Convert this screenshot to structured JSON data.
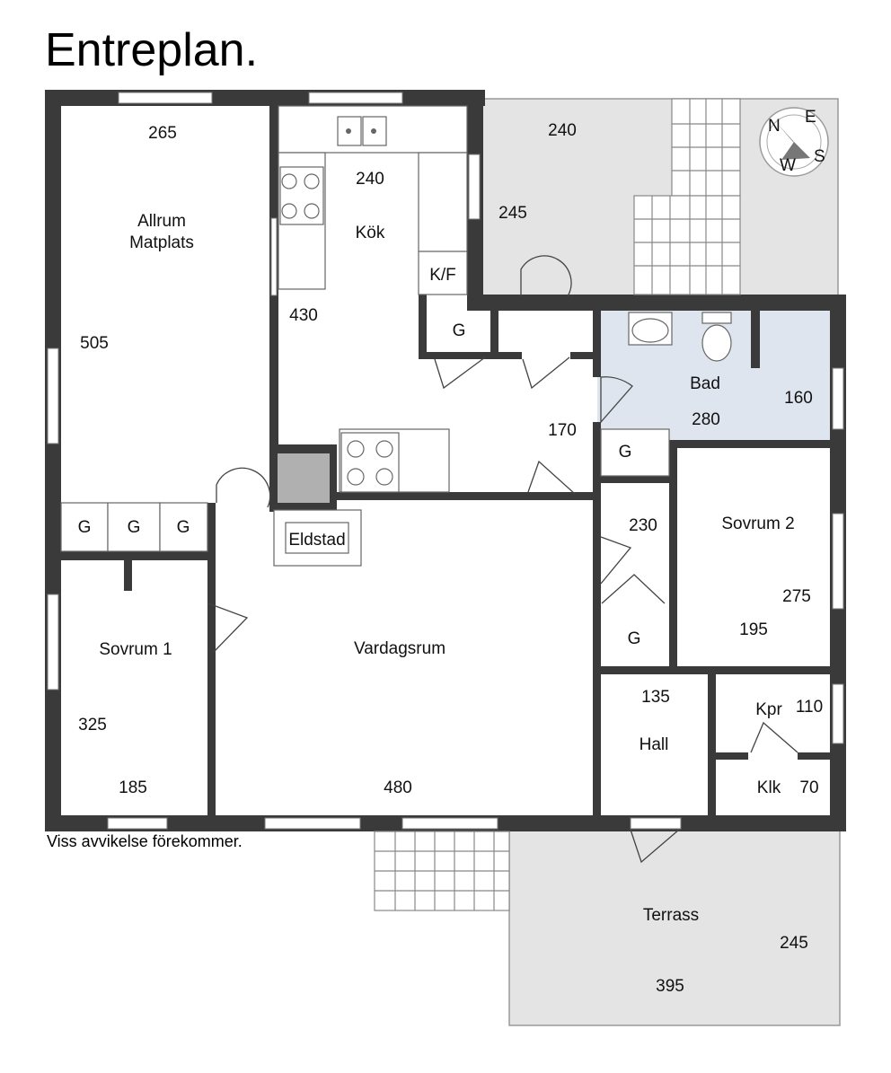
{
  "title": "Entreplan.",
  "disclaimer": "Viss avvikelse förekommer.",
  "colors": {
    "wall": "#3a3a3a",
    "outdoor_area": "#e4e4e4",
    "bathroom": "#dfe5ee",
    "fireplace": "#b0b0b0"
  },
  "compass": {
    "n": "N",
    "e": "E",
    "s": "S",
    "w": "W"
  },
  "rooms": {
    "allrum": {
      "name_line1": "Allrum",
      "name_line2": "Matplats",
      "dim_top": "265",
      "dim_side": "505"
    },
    "kok": {
      "name": "Kök",
      "dim_top": "240",
      "dim_side": "430",
      "fridge": "K/F"
    },
    "outdoor_top": {
      "dim_top": "240",
      "dim_side": "245"
    },
    "bad": {
      "name": "Bad",
      "dim_w": "280",
      "dim_h": "160"
    },
    "vardagsrum": {
      "name": "Vardagsrum",
      "dim": "480"
    },
    "sovrum1": {
      "name": "Sovrum 1",
      "dim_h": "325",
      "dim_w": "185"
    },
    "sovrum2": {
      "name": "Sovrum 2",
      "dim_h": "275",
      "dim_w": "195"
    },
    "hall": {
      "name": "Hall",
      "dim": "135"
    },
    "kpr": {
      "name": "Kpr",
      "dim": "110"
    },
    "klk": {
      "name": "Klk",
      "dim": "70"
    },
    "terrass": {
      "name": "Terrass",
      "dim_h": "245",
      "dim_w": "395"
    },
    "eldstad": {
      "name": "Eldstad"
    },
    "corridor": {
      "dim_170": "170",
      "dim_230": "230"
    }
  },
  "closet_label": "G"
}
